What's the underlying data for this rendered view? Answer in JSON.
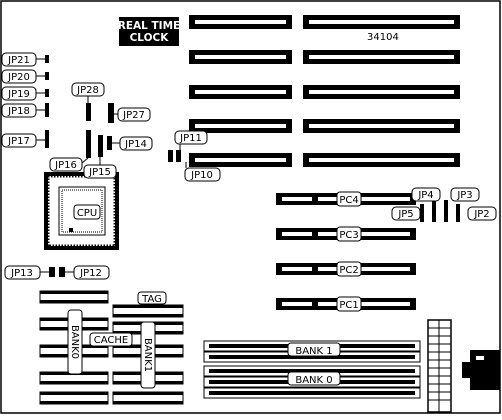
{
  "board_id": "34104",
  "clock_label": [
    "REAL TIME",
    "CLOCK"
  ],
  "cpu_label": "CPU",
  "jumpers": {
    "jp2": "JP2",
    "jp3": "JP3",
    "jp4": "JP4",
    "jp5": "JP5",
    "jp10": "JP10",
    "jp11": "JP11",
    "jp12": "JP12",
    "jp13": "JP13",
    "jp14": "JP14",
    "jp15": "JP15",
    "jp16": "JP16",
    "jp17": "JP17",
    "jp18": "JP18",
    "jp19": "JP19",
    "jp20": "JP20",
    "jp21": "JP21",
    "jp27": "JP27",
    "jp28": "JP28"
  },
  "slots": {
    "pc1": "PC1",
    "pc2": "PC2",
    "pc3": "PC3",
    "pc4": "PC4"
  },
  "memory": {
    "bank1": "BANK 1",
    "bank0": "BANK 0"
  },
  "cache": {
    "tag": "TAG",
    "cache": "CACHE",
    "bank0_vertical": "BANK0",
    "bank1_vertical": "BANK1"
  }
}
